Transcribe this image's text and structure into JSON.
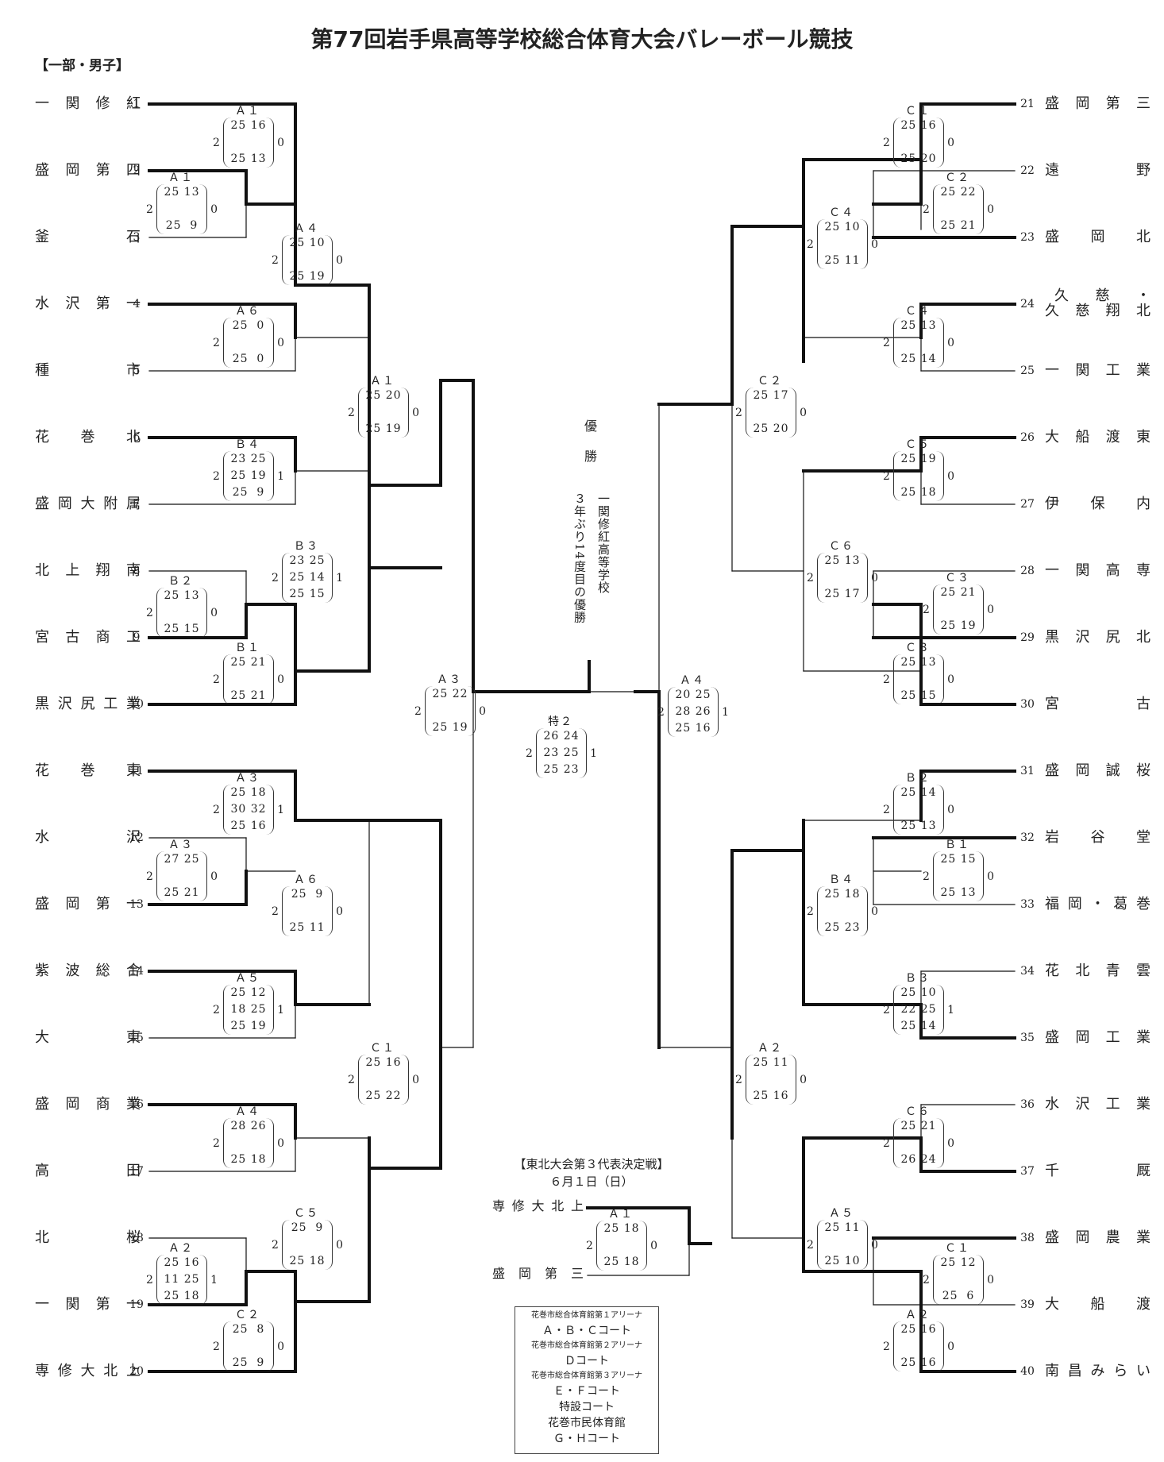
{
  "title": "第77回岩手県高等学校総合体育大会バレーボール競技",
  "division": "【一部・男子】",
  "left_teams": [
    {
      "seed": "1",
      "name": "一関修紅"
    },
    {
      "seed": "2",
      "name": "盛岡第四"
    },
    {
      "seed": "3",
      "name": "釜石"
    },
    {
      "seed": "4",
      "name": "水沢第一"
    },
    {
      "seed": "5",
      "name": "種市"
    },
    {
      "seed": "6",
      "name": "花巻北"
    },
    {
      "seed": "7",
      "name": "盛岡大附属"
    },
    {
      "seed": "8",
      "name": "北上翔南"
    },
    {
      "seed": "9",
      "name": "宮古商工"
    },
    {
      "seed": "10",
      "name": "黒沢尻工業"
    },
    {
      "seed": "11",
      "name": "花巻東"
    },
    {
      "seed": "12",
      "name": "水沢"
    },
    {
      "seed": "13",
      "name": "盛岡第一"
    },
    {
      "seed": "14",
      "name": "紫波総合"
    },
    {
      "seed": "15",
      "name": "大東"
    },
    {
      "seed": "16",
      "name": "盛岡商業"
    },
    {
      "seed": "17",
      "name": "高田"
    },
    {
      "seed": "18",
      "name": "北桜"
    },
    {
      "seed": "19",
      "name": "一関第一"
    },
    {
      "seed": "20",
      "name": "専修大北上"
    }
  ],
  "right_teams": [
    {
      "seed": "21",
      "name": "盛岡第三"
    },
    {
      "seed": "22",
      "name": "遠野"
    },
    {
      "seed": "23",
      "name": "盛岡北"
    },
    {
      "seed": "24",
      "name": "久慈・",
      "name2": "久慈翔北"
    },
    {
      "seed": "25",
      "name": "一関工業"
    },
    {
      "seed": "26",
      "name": "大船渡東"
    },
    {
      "seed": "27",
      "name": "伊保内"
    },
    {
      "seed": "28",
      "name": "一関高専"
    },
    {
      "seed": "29",
      "name": "黒沢尻北"
    },
    {
      "seed": "30",
      "name": "宮古"
    },
    {
      "seed": "31",
      "name": "盛岡誠桜"
    },
    {
      "seed": "32",
      "name": "岩谷堂"
    },
    {
      "seed": "33",
      "name": "福岡・葛巻"
    },
    {
      "seed": "34",
      "name": "花北青雲"
    },
    {
      "seed": "35",
      "name": "盛岡工業"
    },
    {
      "seed": "36",
      "name": "水沢工業"
    },
    {
      "seed": "37",
      "name": "千厩"
    },
    {
      "seed": "38",
      "name": "盛岡農業"
    },
    {
      "seed": "39",
      "name": "大船渡"
    },
    {
      "seed": "40",
      "name": "南昌みらい"
    }
  ],
  "matches": [
    {
      "court": "Ａ１",
      "sets": [
        "25 16",
        "",
        "25 13"
      ],
      "lw": "2",
      "rw": "0"
    },
    {
      "court": "Ａ１",
      "sets": [
        "25 13",
        "",
        "25  9"
      ],
      "lw": "2",
      "rw": "0"
    },
    {
      "court": "Ａ４",
      "sets": [
        "25 10",
        "",
        "25 19"
      ],
      "lw": "2",
      "rw": "0"
    },
    {
      "court": "Ａ６",
      "sets": [
        "25  0",
        "",
        "25  0"
      ],
      "lw": "2",
      "rw": "0"
    },
    {
      "court": "Ａ１",
      "sets": [
        "25 20",
        "",
        "25 19"
      ],
      "lw": "2",
      "rw": "0"
    },
    {
      "court": "Ｂ４",
      "sets": [
        "23 25",
        "25 19",
        "25  9"
      ],
      "lw": "2",
      "rw": "1"
    },
    {
      "court": "Ｂ３",
      "sets": [
        "23 25",
        "25 14",
        "25 15"
      ],
      "lw": "2",
      "rw": "1"
    },
    {
      "court": "Ｂ２",
      "sets": [
        "25 13",
        "",
        "25 15"
      ],
      "lw": "2",
      "rw": "0"
    },
    {
      "court": "Ｂ１",
      "sets": [
        "25 21",
        "",
        "25 21"
      ],
      "lw": "2",
      "rw": "0"
    },
    {
      "court": "Ａ３",
      "sets": [
        "25 22",
        "",
        "25 19"
      ],
      "lw": "2",
      "rw": "0"
    },
    {
      "court": "Ａ３",
      "sets": [
        "25 18",
        "30 32",
        "25 16"
      ],
      "lw": "2",
      "rw": "1"
    },
    {
      "court": "Ａ３",
      "sets": [
        "27 25",
        "",
        "25 21"
      ],
      "lw": "2",
      "rw": "0"
    },
    {
      "court": "Ａ６",
      "sets": [
        "25  9",
        "",
        "25 11"
      ],
      "lw": "2",
      "rw": "0"
    },
    {
      "court": "Ａ５",
      "sets": [
        "25 12",
        "18 25",
        "25 19"
      ],
      "lw": "2",
      "rw": "1"
    },
    {
      "court": "Ｃ１",
      "sets": [
        "25 16",
        "",
        "25 22"
      ],
      "lw": "2",
      "rw": "0"
    },
    {
      "court": "Ａ４",
      "sets": [
        "28 26",
        "",
        "25 18"
      ],
      "lw": "2",
      "rw": "0"
    },
    {
      "court": "Ｃ５",
      "sets": [
        "25  9",
        "",
        "25 18"
      ],
      "lw": "2",
      "rw": "0"
    },
    {
      "court": "Ａ２",
      "sets": [
        "25 16",
        "11 25",
        "25 18"
      ],
      "lw": "2",
      "rw": "1"
    },
    {
      "court": "Ｃ２",
      "sets": [
        "25  8",
        "",
        "25  9"
      ],
      "lw": "2",
      "rw": "0"
    },
    {
      "court": "特２",
      "sets": [
        "26 24",
        "23 25",
        "25 23"
      ],
      "lw": "2",
      "rw": "1"
    },
    {
      "court": "Ａ４",
      "sets": [
        "20 25",
        "28 26",
        "25 16"
      ],
      "lw": "2",
      "rw": "1"
    },
    {
      "court": "Ｃ１",
      "sets": [
        "25 16",
        "",
        "25 20"
      ],
      "lw": "2",
      "rw": "0"
    },
    {
      "court": "Ｃ２",
      "sets": [
        "25 22",
        "",
        "25 21"
      ],
      "lw": "2",
      "rw": "0"
    },
    {
      "court": "Ｃ４",
      "sets": [
        "25 10",
        "",
        "25 11"
      ],
      "lw": "2",
      "rw": "0"
    },
    {
      "court": "Ｃ４",
      "sets": [
        "25 13",
        "",
        "25 14"
      ],
      "lw": "2",
      "rw": "0"
    },
    {
      "court": "Ｃ２",
      "sets": [
        "25 17",
        "",
        "25 20"
      ],
      "lw": "2",
      "rw": "0"
    },
    {
      "court": "Ｃ５",
      "sets": [
        "25 19",
        "",
        "25 18"
      ],
      "lw": "2",
      "rw": "0"
    },
    {
      "court": "Ｃ６",
      "sets": [
        "25 13",
        "",
        "25 17"
      ],
      "lw": "2",
      "rw": "0"
    },
    {
      "court": "Ｃ３",
      "sets": [
        "25 21",
        "",
        "25 19"
      ],
      "lw": "2",
      "rw": "0"
    },
    {
      "court": "Ｃ３",
      "sets": [
        "25 13",
        "",
        "25 15"
      ],
      "lw": "2",
      "rw": "0"
    },
    {
      "court": "Ｂ２",
      "sets": [
        "25 14",
        "",
        "25 13"
      ],
      "lw": "2",
      "rw": "0"
    },
    {
      "court": "Ｂ１",
      "sets": [
        "25 15",
        "",
        "25 13"
      ],
      "lw": "2",
      "rw": "0"
    },
    {
      "court": "Ｂ４",
      "sets": [
        "25 18",
        "",
        "25 23"
      ],
      "lw": "2",
      "rw": "0"
    },
    {
      "court": "Ｂ３",
      "sets": [
        "25 10",
        "22 25",
        "25 14"
      ],
      "lw": "2",
      "rw": "1"
    },
    {
      "court": "Ａ２",
      "sets": [
        "25 11",
        "",
        "25 16"
      ],
      "lw": "2",
      "rw": "0"
    },
    {
      "court": "Ｃ６",
      "sets": [
        "25 21",
        "",
        "26 24"
      ],
      "lw": "2",
      "rw": "0"
    },
    {
      "court": "Ａ５",
      "sets": [
        "25 11",
        "",
        "25 10"
      ],
      "lw": "2",
      "rw": "0"
    },
    {
      "court": "Ｃ１",
      "sets": [
        "25 12",
        "",
        "25  6"
      ],
      "lw": "2",
      "rw": "0"
    },
    {
      "court": "Ａ２",
      "sets": [
        "25 16",
        "",
        "25 16"
      ],
      "lw": "2",
      "rw": "0"
    },
    {
      "court": "Ａ１",
      "sets": [
        "25 18",
        "",
        "25 18"
      ],
      "lw": "2",
      "rw": "0"
    }
  ],
  "champion": {
    "label": "優勝",
    "note_col1": "一関修紅高等学校",
    "note_col2": "３年ぶり14度目の優勝"
  },
  "playoff": {
    "title": "【東北大会第３代表決定戦】",
    "date": "６月１日（日）",
    "team1": "専修大北上",
    "team2": "盛岡第三"
  },
  "venues": [
    "花巻市総合体育館第１アリーナ",
    "Ａ・Ｂ・Ｃコート",
    "花巻市総合体育館第２アリーナ",
    "Ｄコート",
    "花巻市総合体育館第３アリーナ",
    "Ｅ・Ｆコート",
    "特設コート",
    "花巻市民体育館",
    "Ｇ・Ｈコート"
  ]
}
